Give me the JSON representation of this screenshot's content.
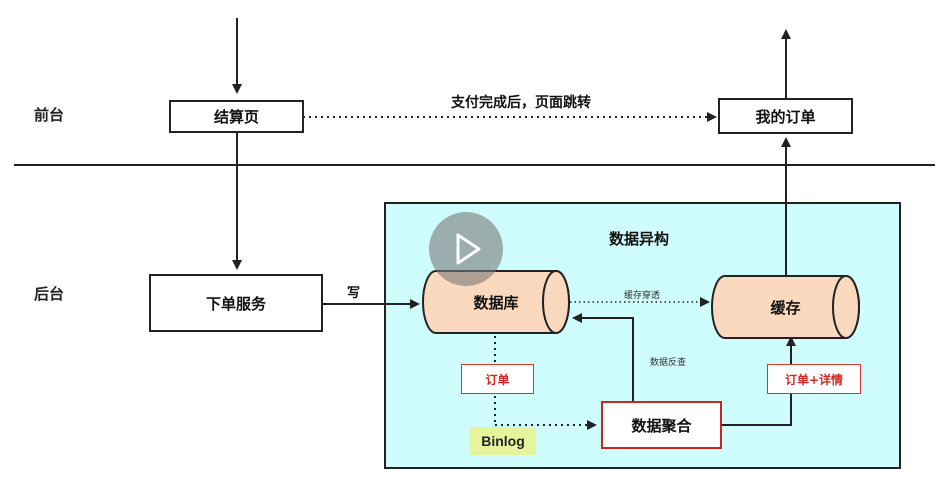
{
  "lanes": {
    "frontend": "前台",
    "backend": "后台"
  },
  "nodes": {
    "checkout_page": "结算页",
    "my_orders": "我的订单",
    "order_service": "下单服务",
    "database": "数据库",
    "cache": "缓存",
    "data_aggregation": "数据聚合"
  },
  "region": {
    "title": "数据异构"
  },
  "edges": {
    "redirect_after_payment": "支付完成后，页面跳转",
    "write": "写",
    "cache_penetration": "缓存穿透",
    "data_lookup": "数据反查"
  },
  "tags": {
    "order": "订单",
    "order_detail": "订单+详情",
    "binlog": "Binlog"
  },
  "colors": {
    "region_fill": "#cffcfd",
    "cylinder_fill": "#fbd9bf",
    "tag_red": "#d4281c",
    "binlog_fill": "#e6f59c"
  }
}
